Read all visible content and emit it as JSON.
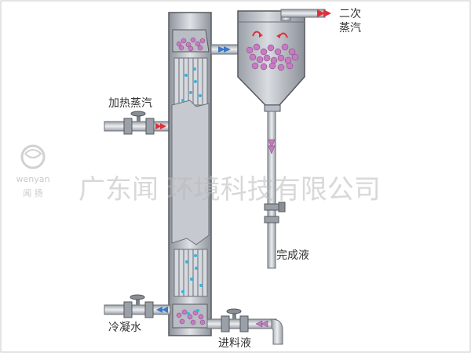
{
  "labels": {
    "secondary_steam": [
      "二次",
      "蒸汽"
    ],
    "heating_steam": "加热蒸汽",
    "finished_liquid": "完成液",
    "condensate": "冷凝水",
    "feed_liquid": "进料液"
  },
  "watermark": {
    "company": "广东闻  环境科技有限公司",
    "logo_latin": "wenyan",
    "logo_cn": "闻 扬"
  },
  "colors": {
    "pipe": "#c9ced3",
    "vessel": "#b8bcc4",
    "outline": "#55585e",
    "particles": "#c77bc3",
    "arrow_hot": "#e0303a",
    "arrow_cold": "#3a78c8",
    "droplet": "#2fb6e6"
  }
}
